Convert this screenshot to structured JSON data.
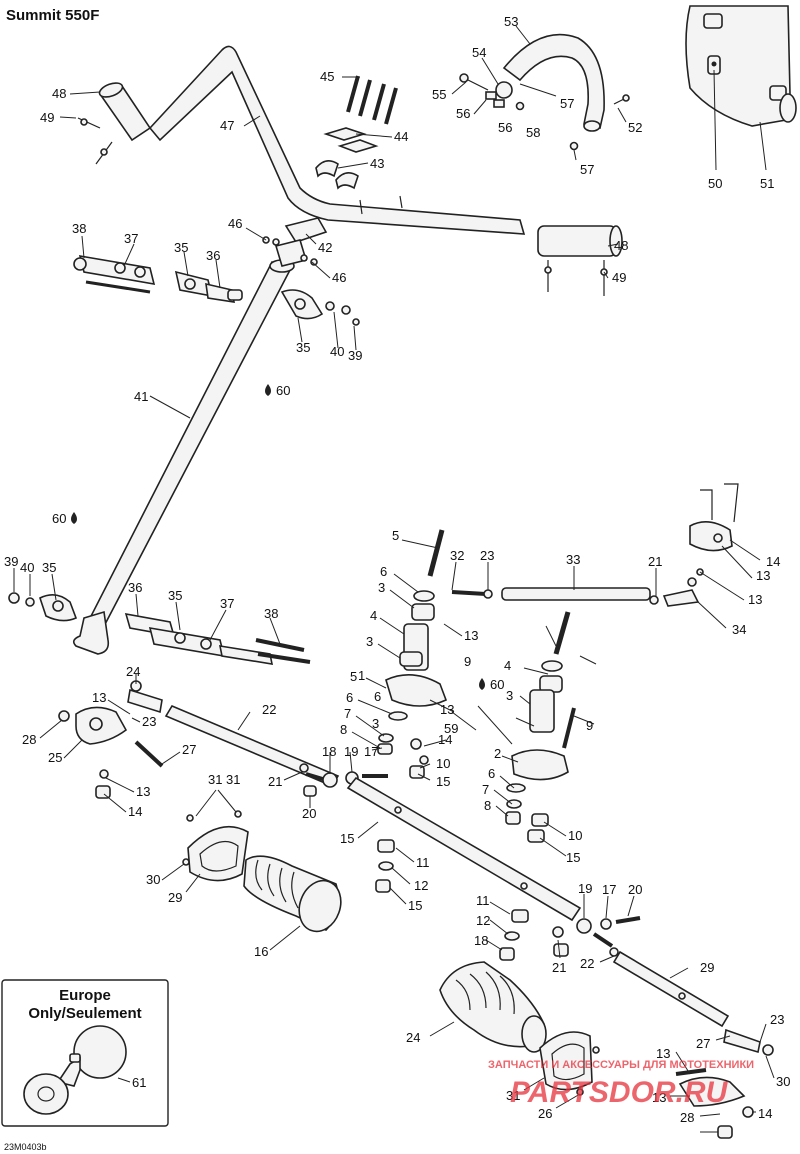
{
  "title": "Summit 550F",
  "reference_code": "23M0403b",
  "inset": {
    "line1": "Europe",
    "line2": "Only/Seulement",
    "callout": "61"
  },
  "watermark": {
    "line1": "ЗАПЧАСТИ И АКСЕССУАРЫ ДЛЯ МОТОТЕХНИКИ",
    "line2": "PARTSDOR.RU",
    "color": "#e8323c"
  },
  "lubricant_marks": [
    "60",
    "60",
    "60"
  ],
  "callouts": [
    "53",
    "54",
    "55",
    "56",
    "56",
    "57",
    "52",
    "58",
    "57",
    "45",
    "44",
    "43",
    "48",
    "49",
    "47",
    "50",
    "51",
    "38",
    "37",
    "35",
    "36",
    "46",
    "42",
    "46",
    "48",
    "49",
    "35",
    "40",
    "39",
    "41",
    "39",
    "40",
    "35",
    "36",
    "35",
    "37",
    "38",
    "5",
    "32",
    "23",
    "33",
    "21",
    "14",
    "13",
    "13",
    "34",
    "6",
    "3",
    "13",
    "4",
    "3",
    "9",
    "5",
    "6",
    "3",
    "4",
    "3",
    "9",
    "1",
    "6",
    "7",
    "8",
    "17",
    "13",
    "14",
    "59",
    "10",
    "15",
    "2",
    "6",
    "7",
    "8",
    "10",
    "15",
    "24",
    "13",
    "23",
    "22",
    "28",
    "25",
    "27",
    "13",
    "14",
    "21",
    "18",
    "19",
    "20",
    "31",
    "31",
    "30",
    "29",
    "16",
    "15",
    "11",
    "12",
    "15",
    "11",
    "12",
    "18",
    "19",
    "17",
    "20",
    "21",
    "22",
    "29",
    "24",
    "23",
    "27",
    "13",
    "30",
    "31",
    "26",
    "13",
    "28",
    "14"
  ]
}
